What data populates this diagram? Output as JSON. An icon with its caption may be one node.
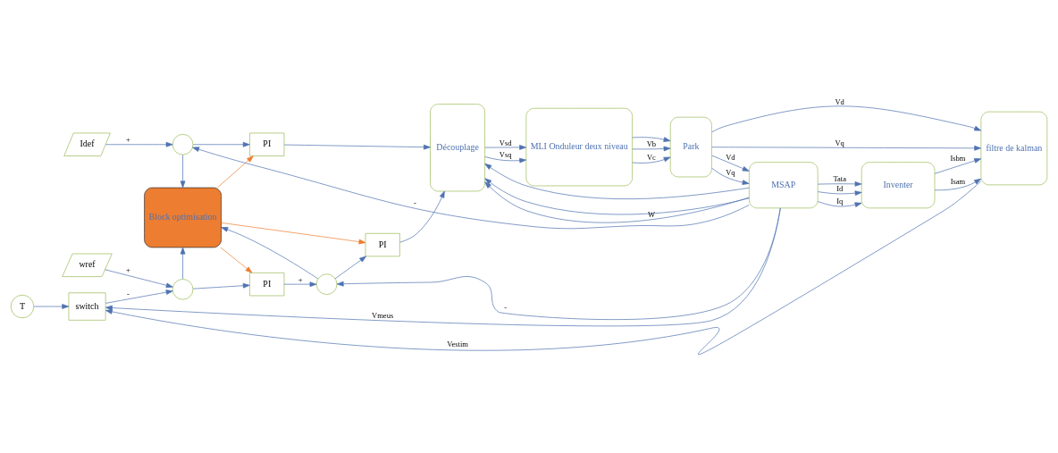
{
  "diagram": {
    "nodes": [
      {
        "text": [
          "Idef"
        ]
      },
      {
        "text": [],
        "shape": "circle"
      },
      {
        "text": [
          "PI"
        ]
      },
      {
        "text": [
          "wref"
        ]
      },
      {
        "text": [],
        "shape": "circle"
      },
      {
        "text": [
          "PI"
        ]
      },
      {
        "text": [],
        "shape": "circle"
      },
      {
        "text": [
          "PI"
        ]
      },
      {
        "text": [
          "switch"
        ]
      },
      {
        "text": [
          "T"
        ]
      },
      {
        "text": [
          "Découplage"
        ]
      },
      {
        "text": [
          "MLI Onduleur deux niveau"
        ]
      },
      {
        "text": [
          "Park"
        ]
      },
      {
        "text": [
          "MSAP"
        ]
      },
      {
        "text": [
          "filtre de kalman"
        ]
      },
      {
        "text": [
          "Inventer"
        ]
      },
      {
        "text": [
          "Block optimisation"
        ]
      }
    ],
    "edges": [
      {
        "from": 0,
        "to": 1,
        "arrow": "to",
        "label": "+"
      },
      {
        "from": 13,
        "to": 1,
        "arrow": "to",
        "label": "-"
      },
      {
        "from": 1,
        "to": 2,
        "arrow": "to"
      },
      {
        "from": 3,
        "to": 4,
        "arrow": "to",
        "label": "+"
      },
      {
        "from": 8,
        "to": 4,
        "arrow": "to",
        "label": "-"
      },
      {
        "from": 4,
        "to": 5,
        "arrow": "to"
      },
      {
        "from": 5,
        "to": 6,
        "arrow": "to",
        "label": "+"
      },
      {
        "from": 13,
        "to": 6,
        "arrow": "to",
        "label": "-"
      },
      {
        "from": 6,
        "to": 7,
        "arrow": "to"
      },
      {
        "from": 2,
        "to": 10,
        "arrow": "to"
      },
      {
        "from": 7,
        "to": 10,
        "arrow": "to"
      },
      {
        "from": 13,
        "to": 10,
        "arrow": "to"
      },
      {
        "from": 13,
        "to": 10,
        "arrow": "to"
      },
      {
        "from": 13,
        "to": 10,
        "arrow": "to",
        "label": "W"
      },
      {
        "from": 10,
        "to": 11,
        "arrow": "to",
        "label": "Vsd"
      },
      {
        "from": 10,
        "to": 11,
        "arrow": "to",
        "label": "Vsq"
      },
      {
        "from": 11,
        "to": 12,
        "arrow": "to"
      },
      {
        "from": 11,
        "to": 12,
        "arrow": "to",
        "label": "Vb"
      },
      {
        "from": 11,
        "to": 12,
        "arrow": "to",
        "label": "Vc"
      },
      {
        "from": 12,
        "to": 13,
        "arrow": "to",
        "label": "Vd"
      },
      {
        "from": 12,
        "to": 13,
        "arrow": "to",
        "label": "Vq"
      },
      {
        "from": 12,
        "to": 14,
        "arrow": "to",
        "label": "Vd"
      },
      {
        "from": 12,
        "to": 14,
        "arrow": "to",
        "label": "Vq"
      },
      {
        "from": 13,
        "to": 15,
        "arrow": "to",
        "label": "Id"
      },
      {
        "from": 13,
        "to": 15,
        "arrow": "to",
        "label": "Iq"
      },
      {
        "from": 13,
        "to": 15,
        "arrow": "to",
        "label": "Tata"
      },
      {
        "from": 15,
        "to": 14,
        "arrow": "to",
        "label": "Isam"
      },
      {
        "from": 15,
        "to": 14,
        "arrow": "to",
        "label": "Isbm"
      },
      {
        "from": 14,
        "to": 8,
        "arrow": "to",
        "label": "Vestim"
      },
      {
        "from": 9,
        "to": 8,
        "arrow": "to"
      },
      {
        "from": 13,
        "to": 8,
        "arrow": "to",
        "label": "Vmeus"
      },
      {
        "from": 16,
        "to": 2,
        "arrow": "to",
        "color": "#ed7d31"
      },
      {
        "from": 16,
        "to": 5,
        "arrow": "to",
        "color": "#ed7d31"
      },
      {
        "from": 16,
        "to": 7,
        "arrow": "to",
        "color": "#ed7d31"
      },
      {
        "from": 1,
        "to": 16,
        "arrow": "to"
      },
      {
        "from": 6,
        "to": 16,
        "arrow": "to"
      },
      {
        "from": 4,
        "to": 16,
        "arrow": "to"
      }
    ]
  }
}
